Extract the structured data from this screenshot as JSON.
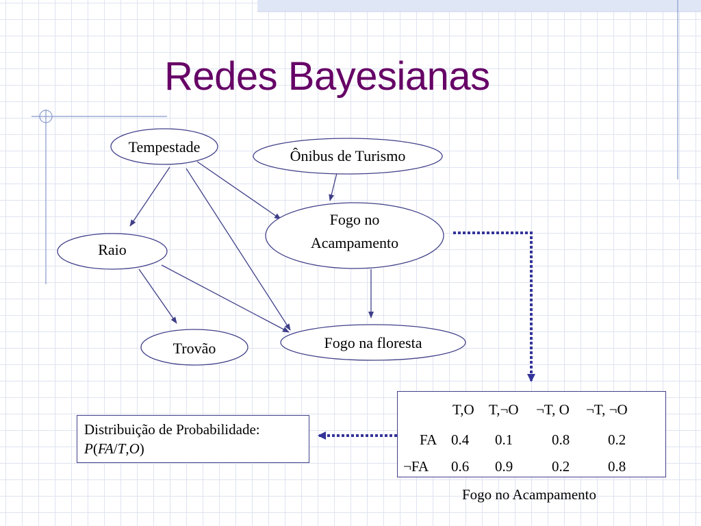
{
  "title": "Redes Bayesianas",
  "colors": {
    "title": "#660066",
    "edges": "#3f3f88",
    "dotted_arrow": "#333399",
    "grid": "#dfe3f1"
  },
  "nodes": {
    "tempestade": "Tempestade",
    "onibus": "Ônibus de Turismo",
    "fogo_acampamento_line1": "Fogo no",
    "fogo_acampamento_line2": "Acampamento",
    "raio": "Raio",
    "trovao": "Trovão",
    "fogo_floresta": "Fogo na floresta"
  },
  "distribution": {
    "line1": "Distribuição de Probabilidade:",
    "p": "P",
    "open": "(",
    "fa": "FA",
    "slash": "/",
    "t": "T",
    "comma": ",",
    "o": "O",
    "close": ")"
  },
  "cpt": {
    "headers": [
      "T,O",
      "T,¬O",
      "¬T, O",
      "¬T, ¬O"
    ],
    "rows": [
      {
        "label": "FA",
        "values": [
          "0.4",
          "0.1",
          "0.8",
          "0.2"
        ]
      },
      {
        "label": "¬FA",
        "values": [
          "0.6",
          "0.9",
          "0.2",
          "0.8"
        ]
      }
    ],
    "caption": "Fogo no Acampamento"
  }
}
